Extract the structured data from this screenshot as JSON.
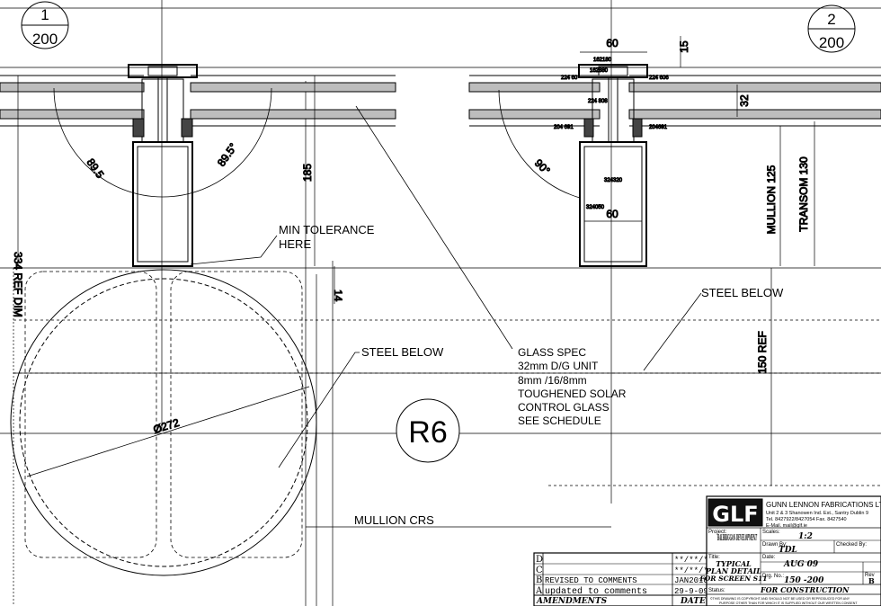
{
  "details": {
    "left": {
      "number": "1",
      "scale": "200"
    },
    "right": {
      "number": "2",
      "scale": "200"
    }
  },
  "left_dims": {
    "angle_a": "89.5",
    "angle_b": "89.5°",
    "dim_185": "185",
    "ref_334": "334 REF DIM",
    "dim_14": "14",
    "dia": "Ø272"
  },
  "right_dims": {
    "dim_60_top": "60",
    "dim_15": "15",
    "dim_32": "32",
    "dim_60_mid": "60",
    "mullion": "MULLION 125",
    "transom": "TRANSOM 130",
    "ref_150": "150 REF",
    "angle": "90°",
    "codes": [
      "162180",
      "162880",
      "224 60",
      "224 606",
      "224 808",
      "204 691",
      "204691",
      "324320",
      "324050"
    ]
  },
  "labels": {
    "min_tol_1": "MIN TOLERANCE",
    "min_tol_2": "HERE",
    "steel_left": "STEEL BELOW",
    "steel_right": "STEEL BELOW",
    "glass": [
      "GLASS SPEC",
      "32mm D/G UNIT",
      "8mm /16/8mm",
      "TOUGHENED SOLAR",
      "CONTROL GLASS",
      "SEE SCHEDULE"
    ],
    "mullion_crs": "MULLION CRS",
    "grid_ref": "R6"
  },
  "title_block": {
    "logo": "GLF",
    "company": "GUNN LENNON FABRICATIONS LTD",
    "addr1": "Unit 2 & 3 Shanowen Ind. Est., Santry Dublin 9",
    "addr2": "Tel. 8427922/8427054    Fax. 8427540",
    "addr3": "E-Mail. mail@glf.ie",
    "project_label": "Project:",
    "project": "BALBRIGGAN DEVELOPMENT",
    "scales_label": "Scales:",
    "scale": "1:2",
    "drawn_label": "Drawn By:",
    "drawn": "TDL",
    "checked_label": "Checked By:",
    "title_label": "Title:",
    "title": [
      "TYPICAL",
      "PLAN DETAIL",
      "FOR SCREEN S11"
    ],
    "date_label": "Date:",
    "date": "AUG 09",
    "drg_label": "Drg. No.:",
    "drg": "150 -200",
    "rev_label": "Rev",
    "rev": "B",
    "status_label": "Status:",
    "status": "FOR CONSTRUCTION",
    "copyright1": "©THIS DRAWING IS COPYRIGHT AND SHOULD NOT BE USED OR REPRODUCED FOR ANY",
    "copyright2": "PURPOSE OTHER THAN FOR WHICH IT IS SUPPLIED WITHOUT OUR WRITTEN CONSENT"
  },
  "amendments": {
    "rows": [
      {
        "letter": "D",
        "text": "",
        "date": "**/**/**"
      },
      {
        "letter": "C",
        "text": "",
        "date": "**/**/**"
      },
      {
        "letter": "B",
        "text": "REVISED TO COMMENTS",
        "date": "JAN2010"
      },
      {
        "letter": "A",
        "text": "updated to comments",
        "date": "29-9-09"
      }
    ],
    "header_text": "AMENDMENTS",
    "header_date": "DATE"
  }
}
